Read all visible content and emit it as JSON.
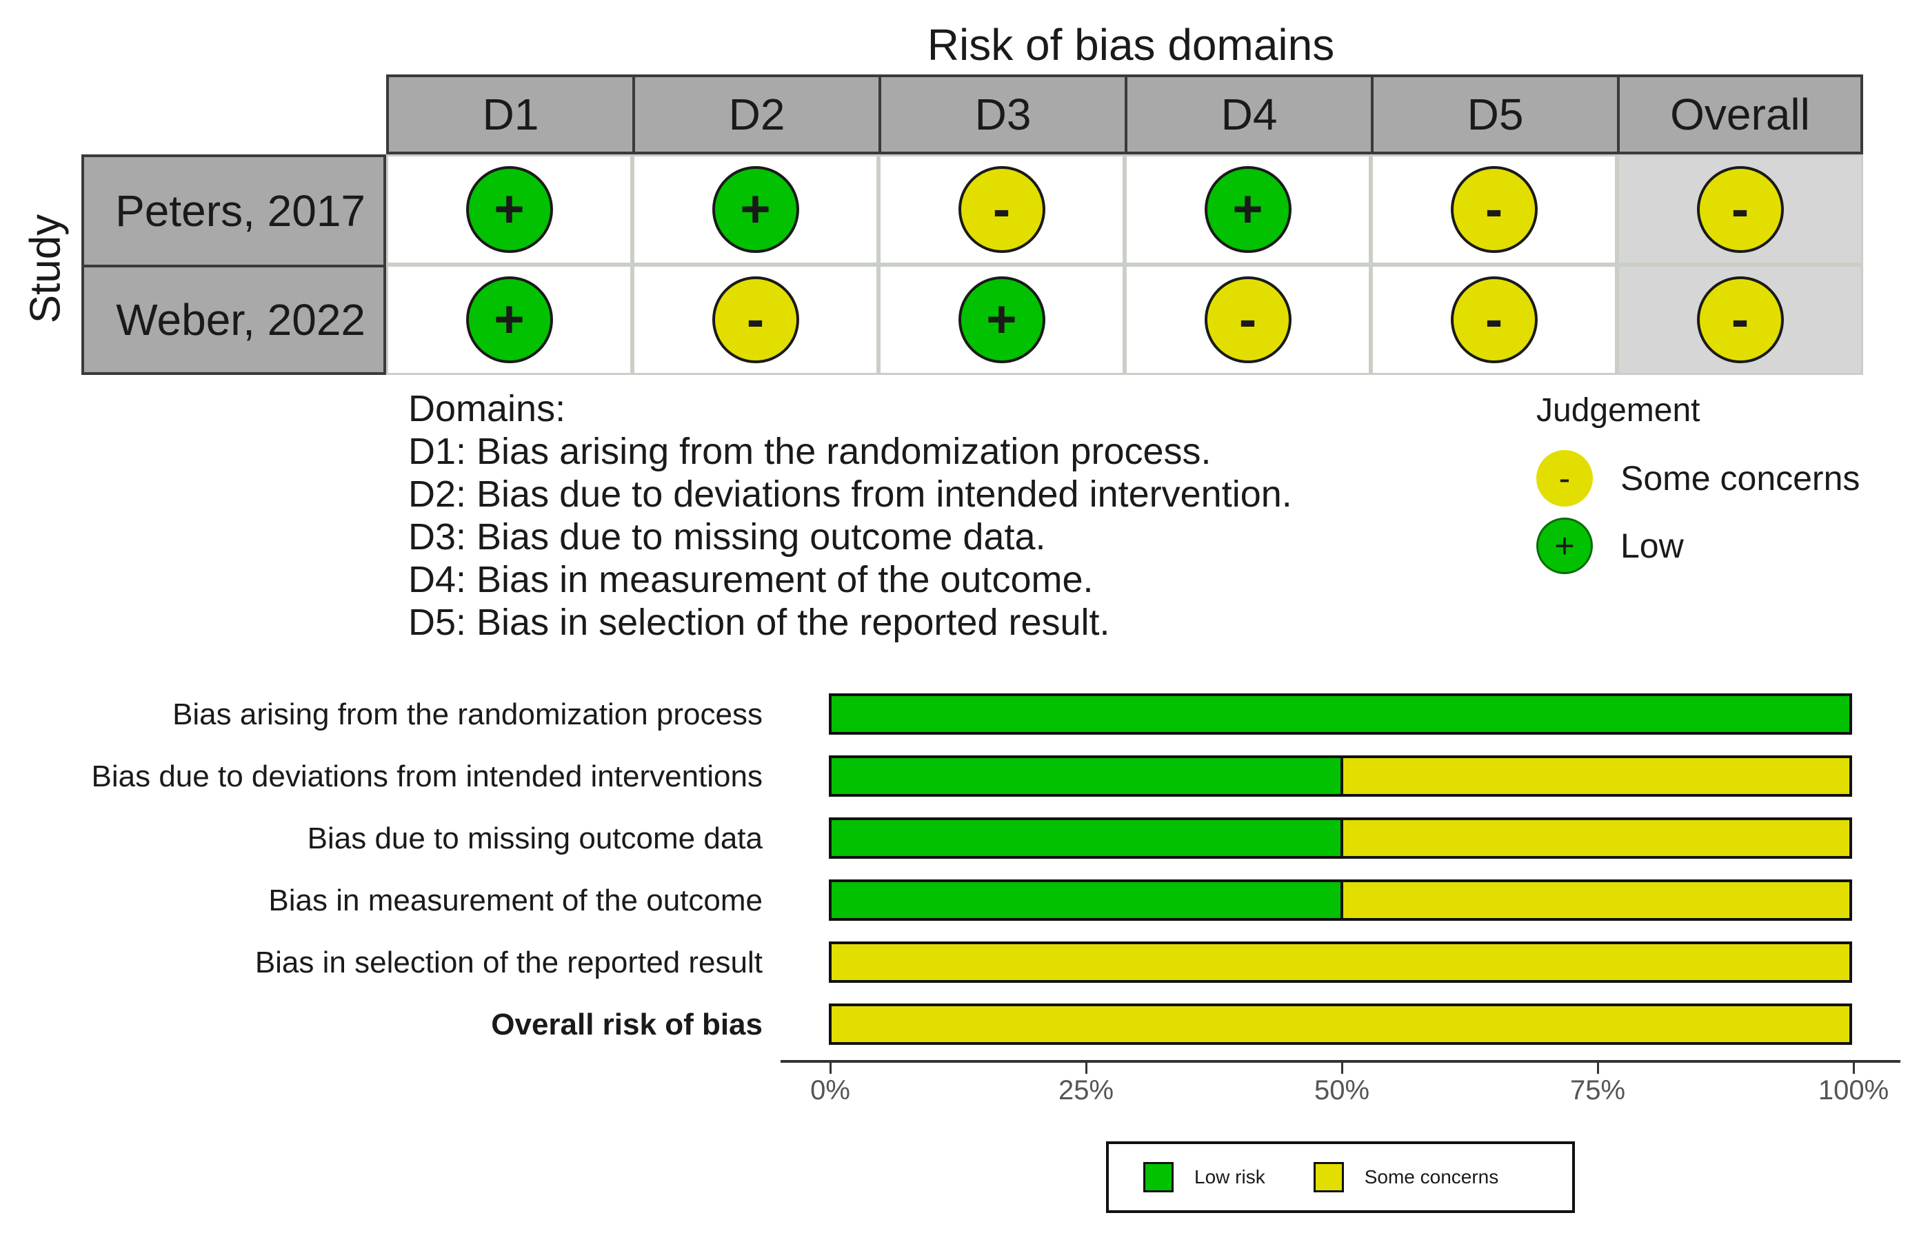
{
  "traffic_light": {
    "title": "Risk of bias domains",
    "y_axis_label": "Study",
    "domains": [
      "D1",
      "D2",
      "D3",
      "D4",
      "D5",
      "Overall"
    ],
    "studies": [
      {
        "name": "Peters, 2017",
        "judgements": [
          "Low",
          "Low",
          "Some concerns",
          "Low",
          "Some concerns",
          "Some concerns"
        ]
      },
      {
        "name": "Weber, 2022",
        "judgements": [
          "Low",
          "Some concerns",
          "Low",
          "Some concerns",
          "Some concerns",
          "Some concerns"
        ]
      }
    ],
    "symbols": {
      "Low": "+",
      "Some concerns": "-"
    },
    "domain_notes": {
      "heading": "Domains:",
      "lines": [
        "D1: Bias arising from the randomization process.",
        "D2: Bias due to deviations from intended intervention.",
        "D3: Bias due to missing outcome data.",
        "D4: Bias in measurement of the outcome.",
        "D5: Bias in selection of the reported result."
      ]
    },
    "legend": {
      "title": "Judgement",
      "items": [
        {
          "symbol": "-",
          "label": "Some concerns",
          "color": "#e2df00"
        },
        {
          "symbol": "+",
          "label": "Low",
          "color": "#02c100"
        }
      ]
    }
  },
  "chart_data": {
    "type": "bar",
    "orientation": "horizontal",
    "stacked": true,
    "categories": [
      "Bias arising from the randomization process",
      "Bias due to deviations from intended interventions",
      "Bias due to missing outcome data",
      "Bias in measurement of the outcome",
      "Bias in selection of the reported result",
      "Overall risk of bias"
    ],
    "series": [
      {
        "name": "Low risk",
        "color": "#02c100",
        "values": [
          100,
          50,
          50,
          50,
          0,
          0
        ]
      },
      {
        "name": "Some concerns",
        "color": "#e2df00",
        "values": [
          0,
          50,
          50,
          50,
          100,
          100
        ]
      }
    ],
    "xlim": [
      0,
      100
    ],
    "x_ticks": [
      "0%",
      "25%",
      "50%",
      "75%",
      "100%"
    ],
    "legend_position": "bottom"
  },
  "colors": {
    "low": "#02c100",
    "some_concerns": "#e2df00",
    "header": "#a9a9a9"
  }
}
